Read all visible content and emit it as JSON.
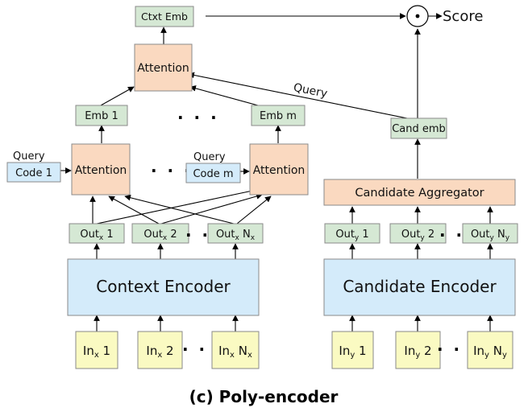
{
  "diagram": {
    "ctxt_emb": "Ctxt Emb",
    "score": "Score",
    "top_attention": "Attention",
    "emb_1": "Emb 1",
    "emb_m": "Emb m",
    "query_top": "Query",
    "cand_emb": "Cand emb",
    "query_label_1": "Query",
    "code_1": "Code 1",
    "attention_1": "Attention",
    "query_label_m": "Query",
    "code_m": "Code m",
    "attention_m": "Attention",
    "candidate_aggregator": "Candidate Aggregator",
    "out_x": [
      {
        "base": "Out",
        "sub": "x",
        "rest": " 1",
        "sub2": ""
      },
      {
        "base": "Out",
        "sub": "x",
        "rest": " 2",
        "sub2": ""
      },
      {
        "base": "Out",
        "sub": "x",
        "rest": " N",
        "sub2": "x"
      }
    ],
    "out_y": [
      {
        "base": "Out",
        "sub": "y",
        "rest": " 1",
        "sub2": ""
      },
      {
        "base": "Out",
        "sub": "y",
        "rest": " 2",
        "sub2": ""
      },
      {
        "base": "Out",
        "sub": "y",
        "rest": " N",
        "sub2": "y"
      }
    ],
    "context_encoder": "Context Encoder",
    "candidate_encoder": "Candidate Encoder",
    "in_x": [
      {
        "base": "In",
        "sub": "x",
        "rest": " 1",
        "sub2": ""
      },
      {
        "base": "In",
        "sub": "x",
        "rest": " 2",
        "sub2": ""
      },
      {
        "base": "In",
        "sub": "x",
        "rest": " N",
        "sub2": "x"
      }
    ],
    "in_y": [
      {
        "base": "In",
        "sub": "y",
        "rest": " 1",
        "sub2": ""
      },
      {
        "base": "In",
        "sub": "y",
        "rest": " 2",
        "sub2": ""
      },
      {
        "base": "In",
        "sub": "y",
        "rest": " N",
        "sub2": "y"
      }
    ],
    "dot_product_symbol": "⊙",
    "ellipsis": "· · ·"
  },
  "caption": "(c) Poly-encoder",
  "colors": {
    "blue": "#d4ebfa",
    "green": "#d5e8d4",
    "orange": "#fad9c0",
    "yellow": "#fafac2"
  }
}
